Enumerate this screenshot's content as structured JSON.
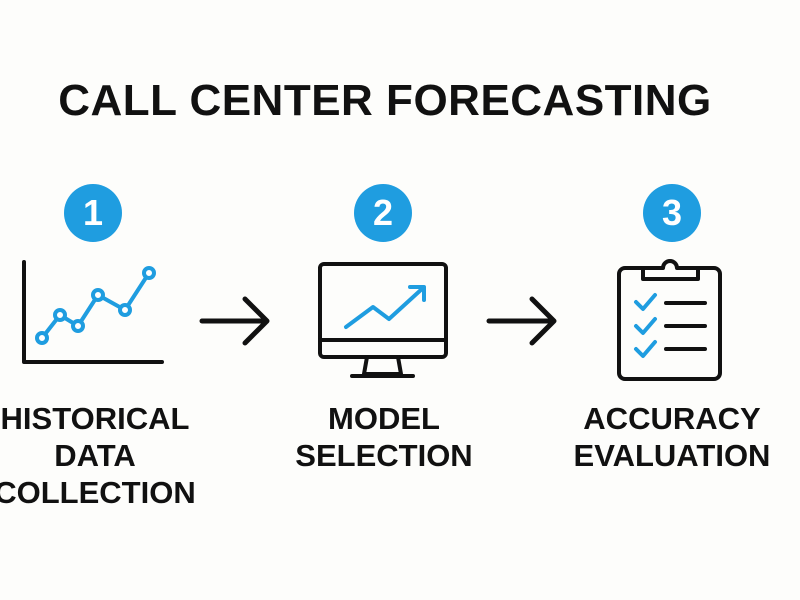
{
  "title": "CALL CENTER FORECASTING",
  "steps": [
    {
      "number": "1",
      "label_lines": [
        "HISTORICAL",
        "DATA",
        "COLLECTION"
      ],
      "icon": "line-chart-icon"
    },
    {
      "number": "2",
      "label_lines": [
        "MODEL",
        "SELECTION"
      ],
      "icon": "monitor-trend-icon"
    },
    {
      "number": "3",
      "label_lines": [
        "ACCURACY",
        "EVALUATION"
      ],
      "icon": "clipboard-checklist-icon"
    }
  ],
  "colors": {
    "accent": "#1f9de0",
    "ink": "#111111",
    "background": "#fdfdfb"
  }
}
